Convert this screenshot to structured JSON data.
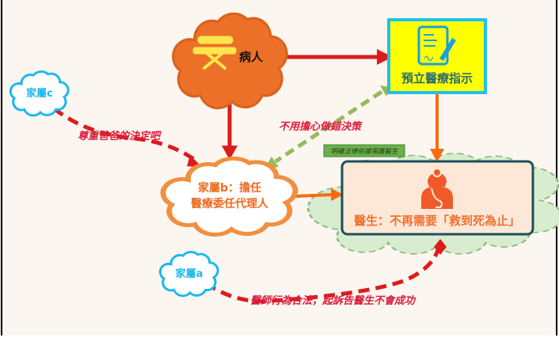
{
  "nodes": {
    "patient": {
      "label": "病人",
      "icon": "hospital-bed-icon"
    },
    "advance_directive": {
      "label": "預立醫療指示",
      "icon": "signed-document-icon"
    },
    "doctor": {
      "label": "醫生：不再需要「救到死為止」",
      "icon": "doctor-icon",
      "tag": "明確法律依據保護醫生"
    },
    "family_b": {
      "line1": "家屬b：擔任",
      "line2": "醫療委任代理人"
    },
    "family_c": {
      "label": "家屬c"
    },
    "family_a": {
      "label": "家屬a"
    }
  },
  "edges": {
    "c_to_b": "尊重爸爸的決定吧",
    "directive_to_b": "不用擔心做錯決策",
    "a_to_doctor": "醫師行為合法，起訴告醫生不會成功"
  },
  "colors": {
    "background": "#fcf6f1",
    "patient_cloud": "#ec7028",
    "red": "#dc1c1c",
    "orange": "#fb6a10",
    "green_dash": "#96bb58",
    "blue": "#1ab8ee",
    "yellow": "#ffff00"
  }
}
